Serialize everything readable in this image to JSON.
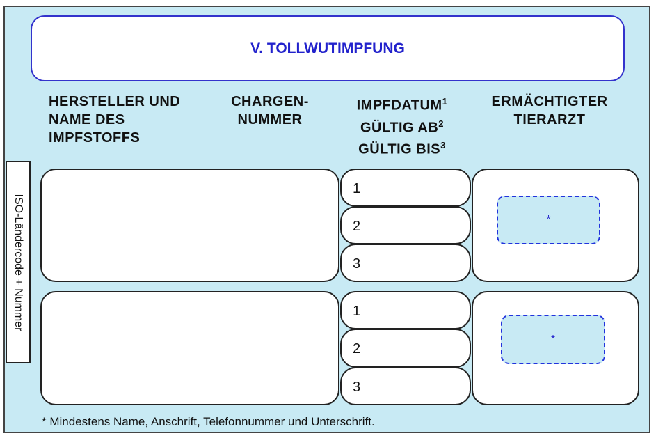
{
  "title": "V. TOLLWUTIMPFUNG",
  "headers": {
    "manufacturer": [
      "HERSTELLER UND",
      "NAME DES",
      "IMPFSTOFFS"
    ],
    "batch": [
      "CHARGEN-",
      "NUMMER"
    ],
    "dates": [
      "IMPFDATUM",
      "GÜLTIG AB",
      "GÜLTIG BIS"
    ],
    "dates_sup": [
      "1",
      "2",
      "3"
    ],
    "vet": [
      "ERMÄCHTIGTER",
      "TIERARZT"
    ]
  },
  "side_label": "ISO-Ländercode + Nummer",
  "rows": [
    {
      "date_numbers": [
        "1",
        "2",
        "3"
      ],
      "stamp_mark": "*"
    },
    {
      "date_numbers": [
        "1",
        "2",
        "3"
      ],
      "stamp_mark": "*"
    }
  ],
  "footnote": "* Mindestens Name, Anschrift, Telefonnummer und Unterschrift."
}
